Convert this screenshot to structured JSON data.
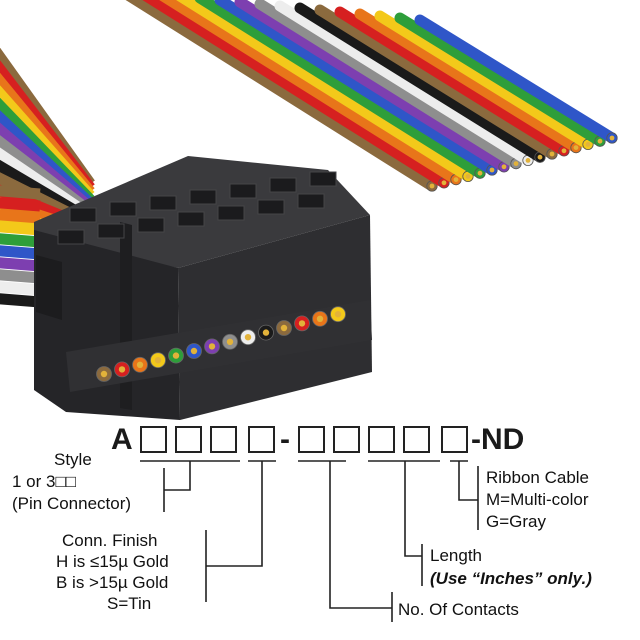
{
  "part_number": {
    "prefix": "A",
    "separator": "-",
    "suffix": "-ND"
  },
  "style": {
    "title": "Style",
    "line1": "1 or 3□□",
    "line2": "(Pin Connector)"
  },
  "finish": {
    "title": "Conn. Finish",
    "line1": "H is ≤15µ  Gold",
    "line2": "B is >15µ  Gold",
    "line3": "S=Tin"
  },
  "contacts": {
    "label": "No. Of Contacts"
  },
  "length": {
    "label": "Length",
    "note": "(Use “Inches” only.)"
  },
  "ribbon": {
    "title": "Ribbon Cable",
    "line1": "M=Multi-color",
    "line2": "G=Gray"
  },
  "colors": {
    "connector": "#2b2b2d",
    "wires": [
      "#8B6A3E",
      "#D62020",
      "#E8751A",
      "#F3C91A",
      "#2E9E3A",
      "#2F56C8",
      "#7D3FB0",
      "#8E8E8E",
      "#EDEDED",
      "#1A1A1A"
    ]
  }
}
